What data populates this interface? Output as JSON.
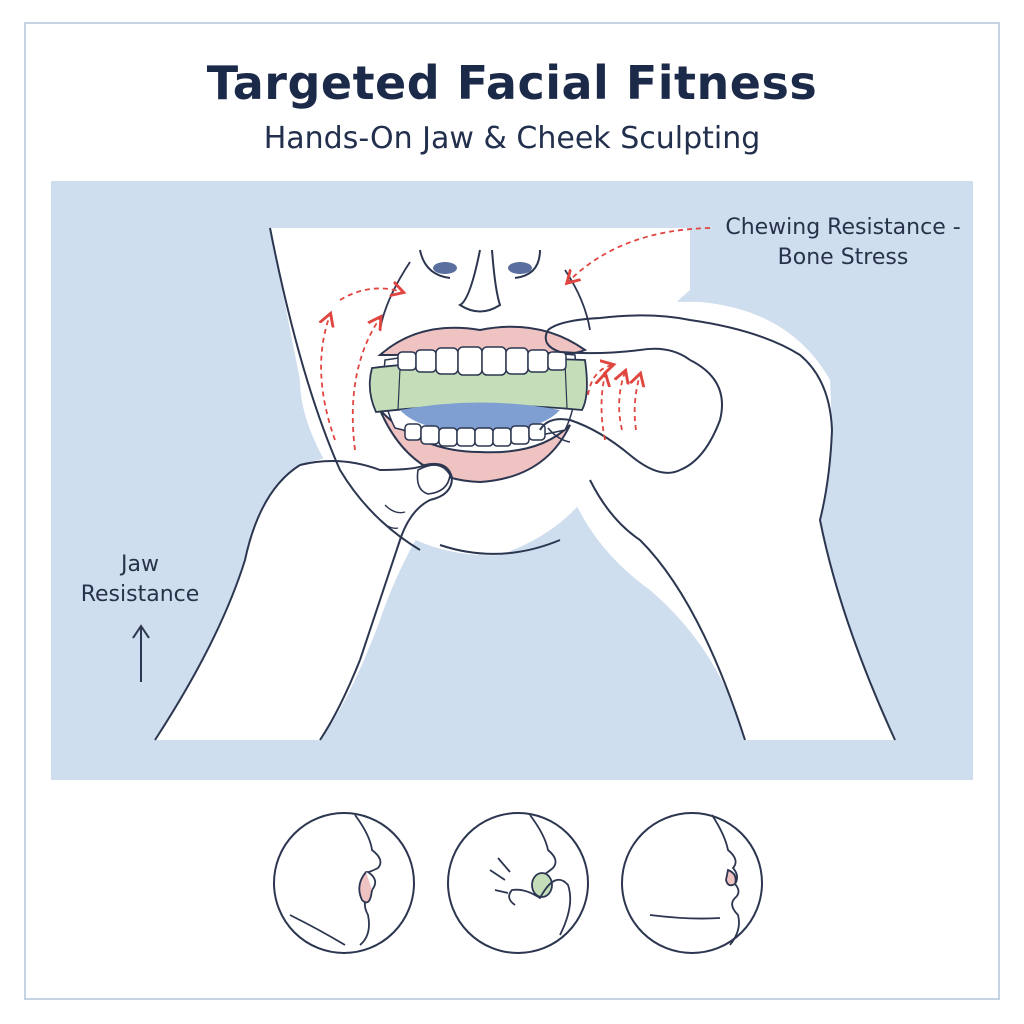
{
  "header": {
    "title": "Targeted Facial Fitness",
    "subtitle": "Hands-On Jaw & Cheek Sculpting"
  },
  "annotations": {
    "chewing_line1": "Chewing Resistance -",
    "chewing_line2": "Bone Stress",
    "jaw_line1": "Jaw",
    "jaw_line2": "Resistance"
  },
  "colors": {
    "panel": "#cfdeee",
    "lips": "#f0c3c3",
    "gum_guard": "#c5deb9",
    "tongue": "#7f9ed1",
    "arrow": "#e0453f",
    "ink": "#2c3650"
  },
  "steps": [
    {
      "icon": "profile-open-mouth-icon"
    },
    {
      "icon": "profile-hand-press-icon"
    },
    {
      "icon": "profile-closed-mouth-icon"
    }
  ]
}
